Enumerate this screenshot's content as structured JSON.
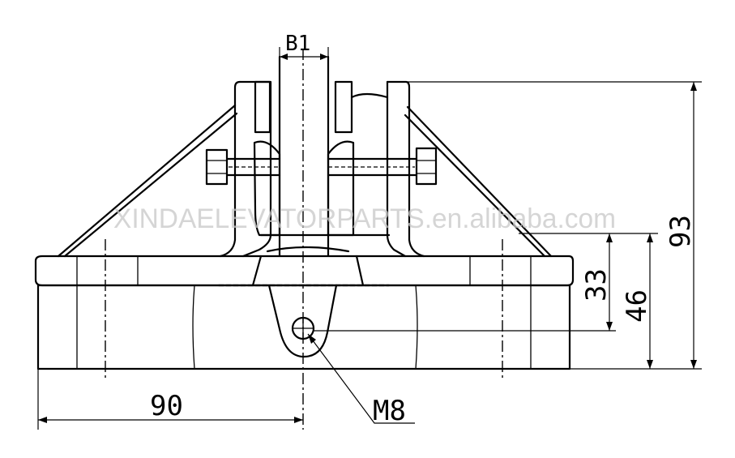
{
  "watermark": "XINDAELEVATORPARTS.en.alibaba.com",
  "dimensions": {
    "b1": "B1",
    "width_90": "90",
    "height_93": "93",
    "height_46": "46",
    "height_33": "33",
    "thread_m8": "M8"
  }
}
